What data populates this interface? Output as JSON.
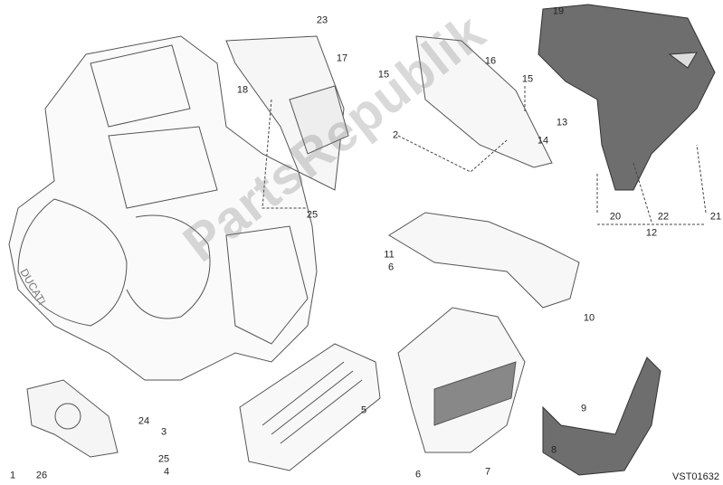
{
  "diagram": {
    "code": "VST01632",
    "watermark": "PartsRepublik",
    "colors": {
      "line": "#555555",
      "dark_part": "#6e6e6e",
      "light_part": "#f4f4f4"
    },
    "callouts": [
      {
        "id": "c19",
        "text": "19"
      },
      {
        "id": "c23",
        "text": "23"
      },
      {
        "id": "c17",
        "text": "17"
      },
      {
        "id": "c18",
        "text": "18"
      },
      {
        "id": "c15a",
        "text": "15"
      },
      {
        "id": "c16",
        "text": "16"
      },
      {
        "id": "c15b",
        "text": "15"
      },
      {
        "id": "c13",
        "text": "13"
      },
      {
        "id": "c14",
        "text": "14"
      },
      {
        "id": "c2",
        "text": "2"
      },
      {
        "id": "c25a",
        "text": "25"
      },
      {
        "id": "c20",
        "text": "20"
      },
      {
        "id": "c22",
        "text": "22"
      },
      {
        "id": "c21",
        "text": "21"
      },
      {
        "id": "c12",
        "text": "12"
      },
      {
        "id": "c11",
        "text": "11"
      },
      {
        "id": "c6a",
        "text": "6"
      },
      {
        "id": "c10",
        "text": "10"
      },
      {
        "id": "c3",
        "text": "3"
      },
      {
        "id": "c24",
        "text": "24"
      },
      {
        "id": "c25b",
        "text": "25"
      },
      {
        "id": "c1",
        "text": "1"
      },
      {
        "id": "c26",
        "text": "26"
      },
      {
        "id": "c4",
        "text": "4"
      },
      {
        "id": "c5",
        "text": "5"
      },
      {
        "id": "c6b",
        "text": "6"
      },
      {
        "id": "c7",
        "text": "7"
      },
      {
        "id": "c8",
        "text": "8"
      },
      {
        "id": "c9",
        "text": "9"
      }
    ]
  }
}
